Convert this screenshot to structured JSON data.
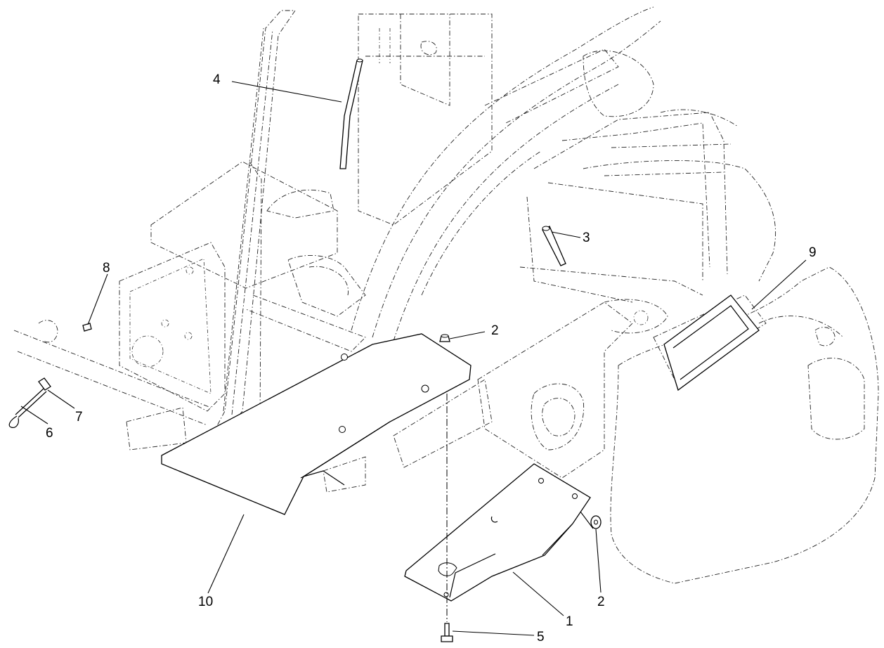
{
  "callouts": {
    "c1": "1",
    "c2a": "2",
    "c2b": "2",
    "c3": "3",
    "c4": "4",
    "c5": "5",
    "c6": "6",
    "c7": "7",
    "c8": "8",
    "c9": "9",
    "c10": "10"
  }
}
